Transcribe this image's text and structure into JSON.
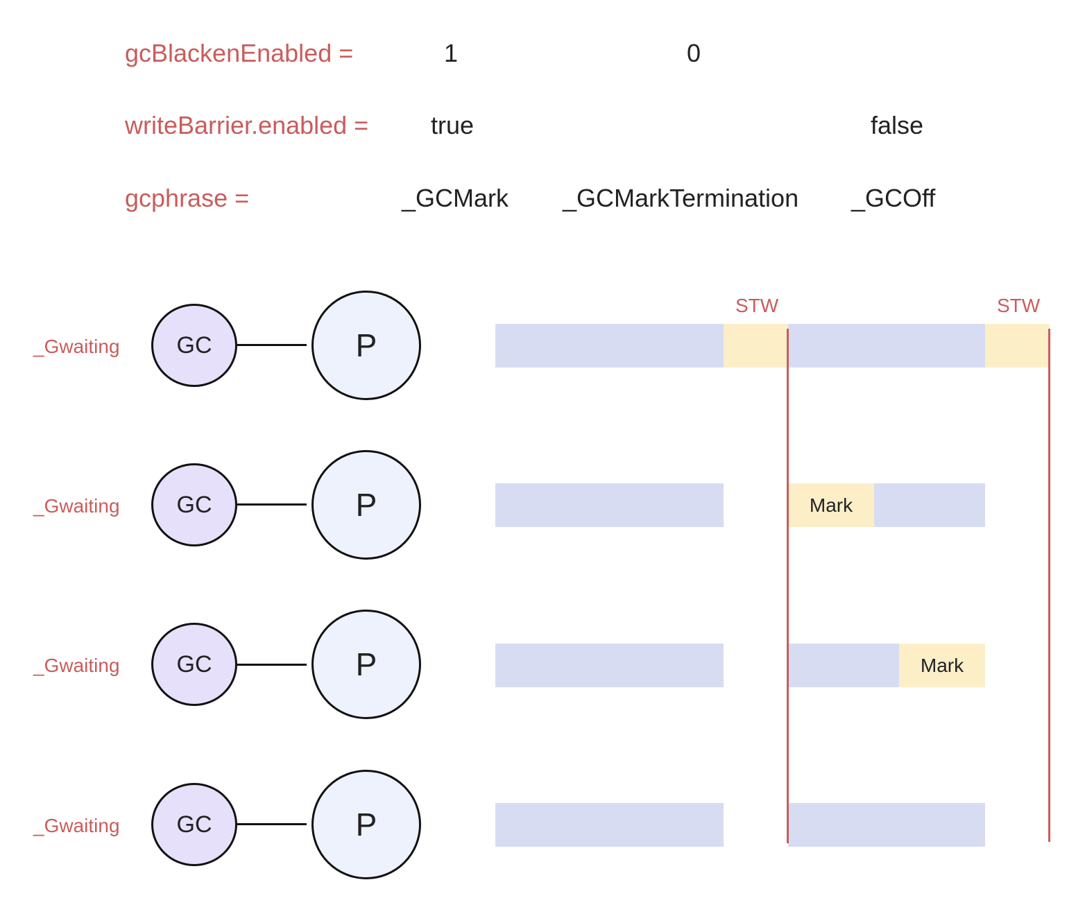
{
  "variables": {
    "gcBlackenEnabled": {
      "label": "gcBlackenEnabled =",
      "values": [
        "1",
        "0"
      ]
    },
    "writeBarrier": {
      "label": "writeBarrier.enabled =",
      "values": [
        "true",
        "false"
      ]
    },
    "gcphrase": {
      "label": "gcphrase =",
      "values": [
        "_GCMark",
        "_GCMarkTermination",
        "_GCOff"
      ]
    }
  },
  "stw_labels": [
    "STW",
    "STW"
  ],
  "rows": [
    {
      "state": "_Gwaiting",
      "gc": "GC",
      "p": "P"
    },
    {
      "state": "_Gwaiting",
      "gc": "GC",
      "p": "P",
      "mark": "Mark"
    },
    {
      "state": "_Gwaiting",
      "gc": "GC",
      "p": "P",
      "mark": "Mark"
    },
    {
      "state": "_Gwaiting",
      "gc": "GC",
      "p": "P"
    }
  ],
  "colors": {
    "label_red": "#c95c5c",
    "bar_blue": "#d7dcf2",
    "bar_yellow": "#fcefc8",
    "gc_fill": "#e6e0fa",
    "p_fill": "#eef2fc"
  }
}
